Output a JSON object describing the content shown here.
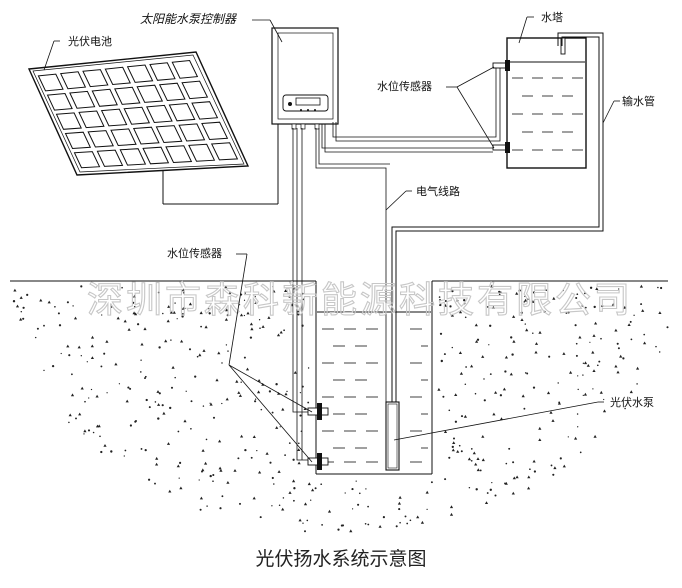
{
  "labels": {
    "solar_panel": "光伏电池",
    "controller": "太阳能水泵控制器",
    "water_tower": "水塔",
    "sensor_top": "水位传感器",
    "pipe": "输水管",
    "wiring": "电气线路",
    "sensor_well": "水位传感器",
    "pump": "光伏水泵"
  },
  "watermark": "深圳市森科新能源科技有限公司",
  "caption": "光伏扬水系统示意图"
}
